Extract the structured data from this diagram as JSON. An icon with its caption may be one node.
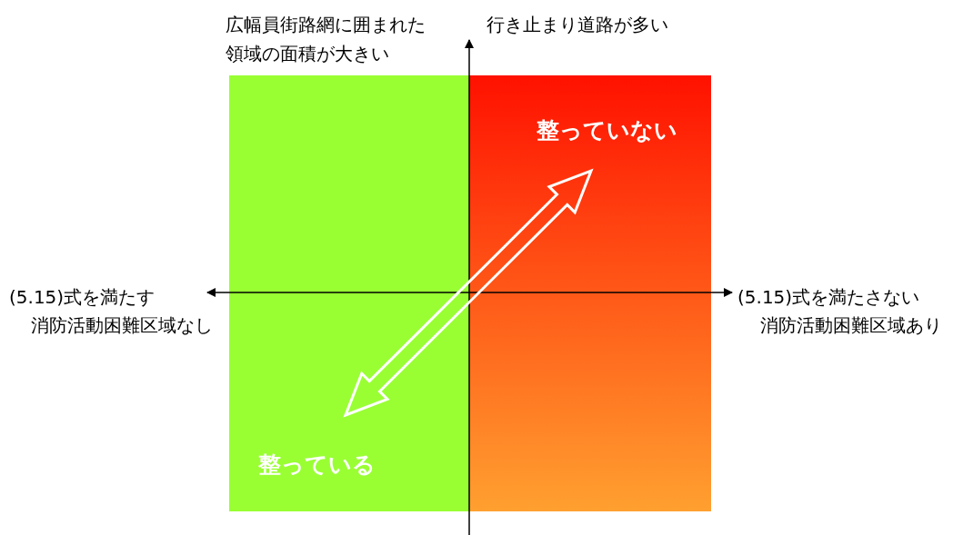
{
  "diagram": {
    "nodes": [
      {
        "text": [
          "整っている"
        ]
      },
      {
        "text": [
          "整っていない"
        ]
      }
    ],
    "edges": [
      {
        "from": 0,
        "to": 1,
        "arrow": "both"
      }
    ],
    "labels": [
      "広幅員街路網に囲まれた",
      "行き止まり道路が多い",
      "領域の面積が大きい",
      "(5.15)式を満たす",
      "(5.15)式を満たさない",
      "消防活動困難区域なし",
      "消防活動困難区域あり"
    ]
  }
}
